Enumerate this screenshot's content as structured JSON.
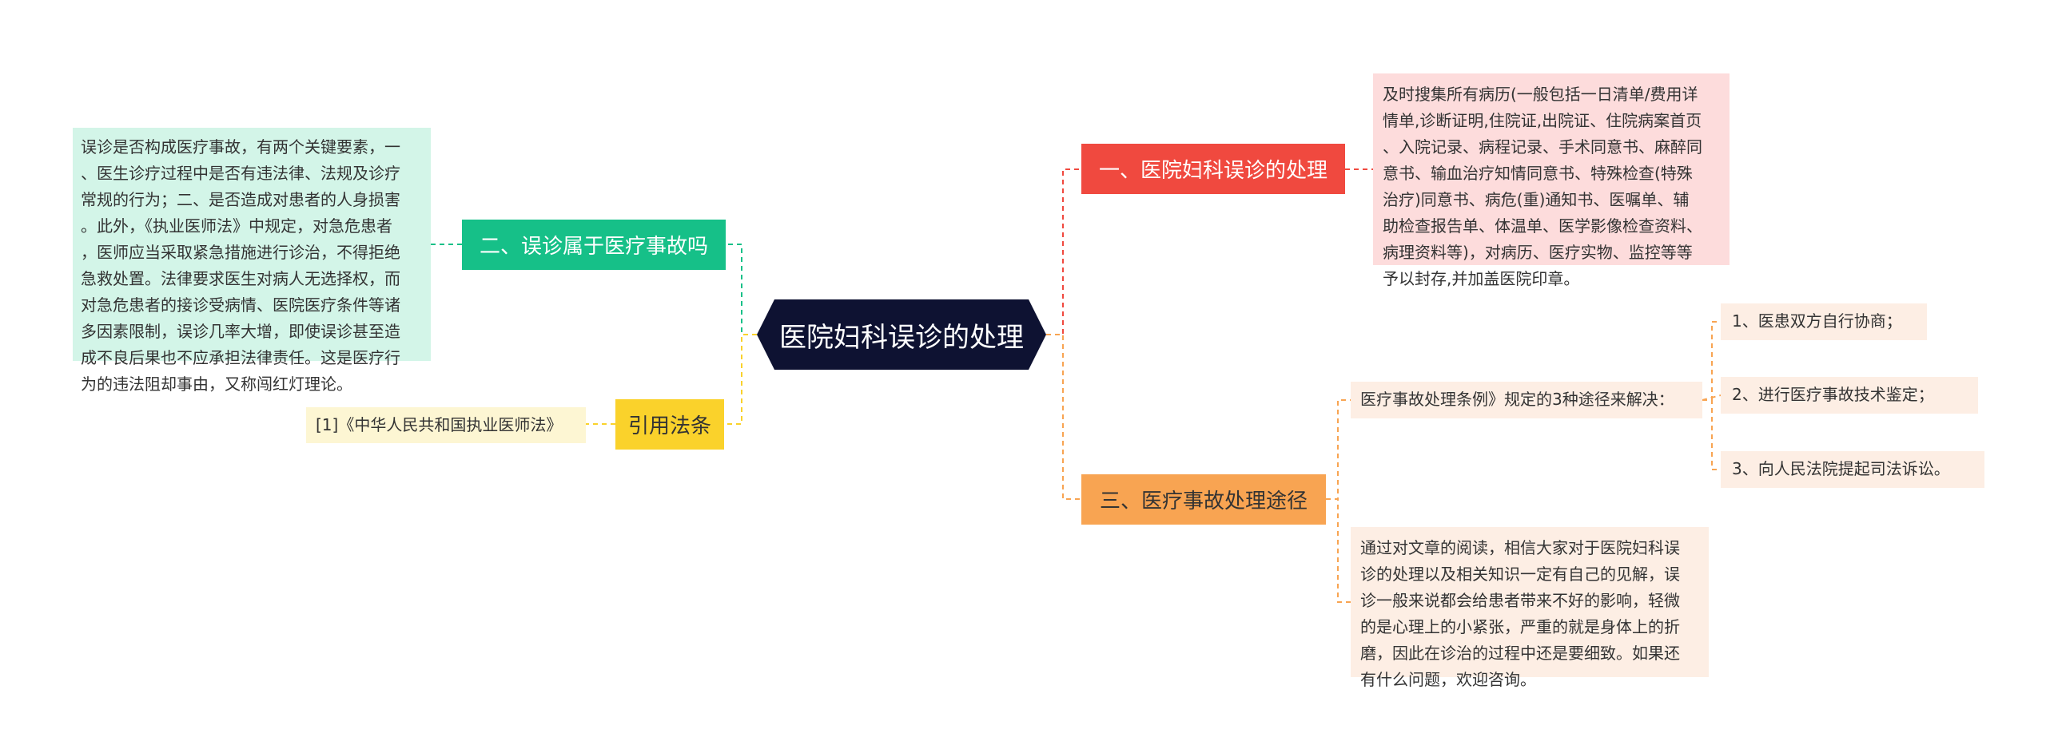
{
  "colors": {
    "root_bg": "#0e1232",
    "branch_red": "#f0493f",
    "branch_orange": "#f8a452",
    "branch_green": "#16c088",
    "branch_yellow": "#fad22b",
    "detail_pink": "#fddcdc",
    "detail_mint": "#d3f5e8",
    "detail_cream": "#fdf6d3",
    "detail_peach": "#fdeee4"
  },
  "root": {
    "label": "医院妇科误诊的处理"
  },
  "branches": {
    "handling": {
      "label": "一、医院妇科误诊的处理",
      "detail": "及时搜集所有病历(一般包括一日清单/费用详\n情单,诊断证明,住院证,出院证、住院病案首页\n、入院记录、病程记录、手术同意书、麻醉同\n意书、输血治疗知情同意书、特殊检查(特殊\n治疗)同意书、病危(重)通知书、医嘱单、辅\n助检查报告单、体温单、医学影像检查资料、\n病理资料等)，对病历、医疗实物、监控等等\n予以封存,并加盖医院印章。"
    },
    "is_accident": {
      "label": "二、误诊属于医疗事故吗",
      "detail": "误诊是否构成医疗事故，有两个关键要素，一\n、医生诊疗过程中是否有违法律、法规及诊疗\n常规的行为；二、是否造成对患者的人身损害\n。此外，《执业医师法》中规定，对急危患者\n，医师应当采取紧急措施进行诊治，不得拒绝\n急救处置。法律要求医生对病人无选择权，而\n对急危患者的接诊受病情、医院医疗条件等诸\n多因素限制，误诊几率大增，即使误诊甚至造\n成不良后果也不应承担法律责任。这是医疗行\n为的违法阻却事由，又称闯红灯理论。"
    },
    "routes": {
      "label": "三、医疗事故处理途径",
      "summary": "医疗事故处理条例》规定的3种途径来解决：",
      "items": [
        "1、医患双方自行协商；",
        "2、进行医疗事故技术鉴定；",
        "3、向人民法院提起司法诉讼。"
      ],
      "closing": "通过对文章的阅读，相信大家对于医院妇科误\n诊的处理以及相关知识一定有自己的见解，误\n诊一般来说都会给患者带来不好的影响，轻微\n的是心理上的小紧张，严重的就是身体上的折\n磨，因此在诊治的过程中还是要细致。如果还\n有什么问题，欢迎咨询。"
    },
    "citation": {
      "label": "引用法条",
      "detail": "[1]《中华人民共和国执业医师法》"
    }
  }
}
